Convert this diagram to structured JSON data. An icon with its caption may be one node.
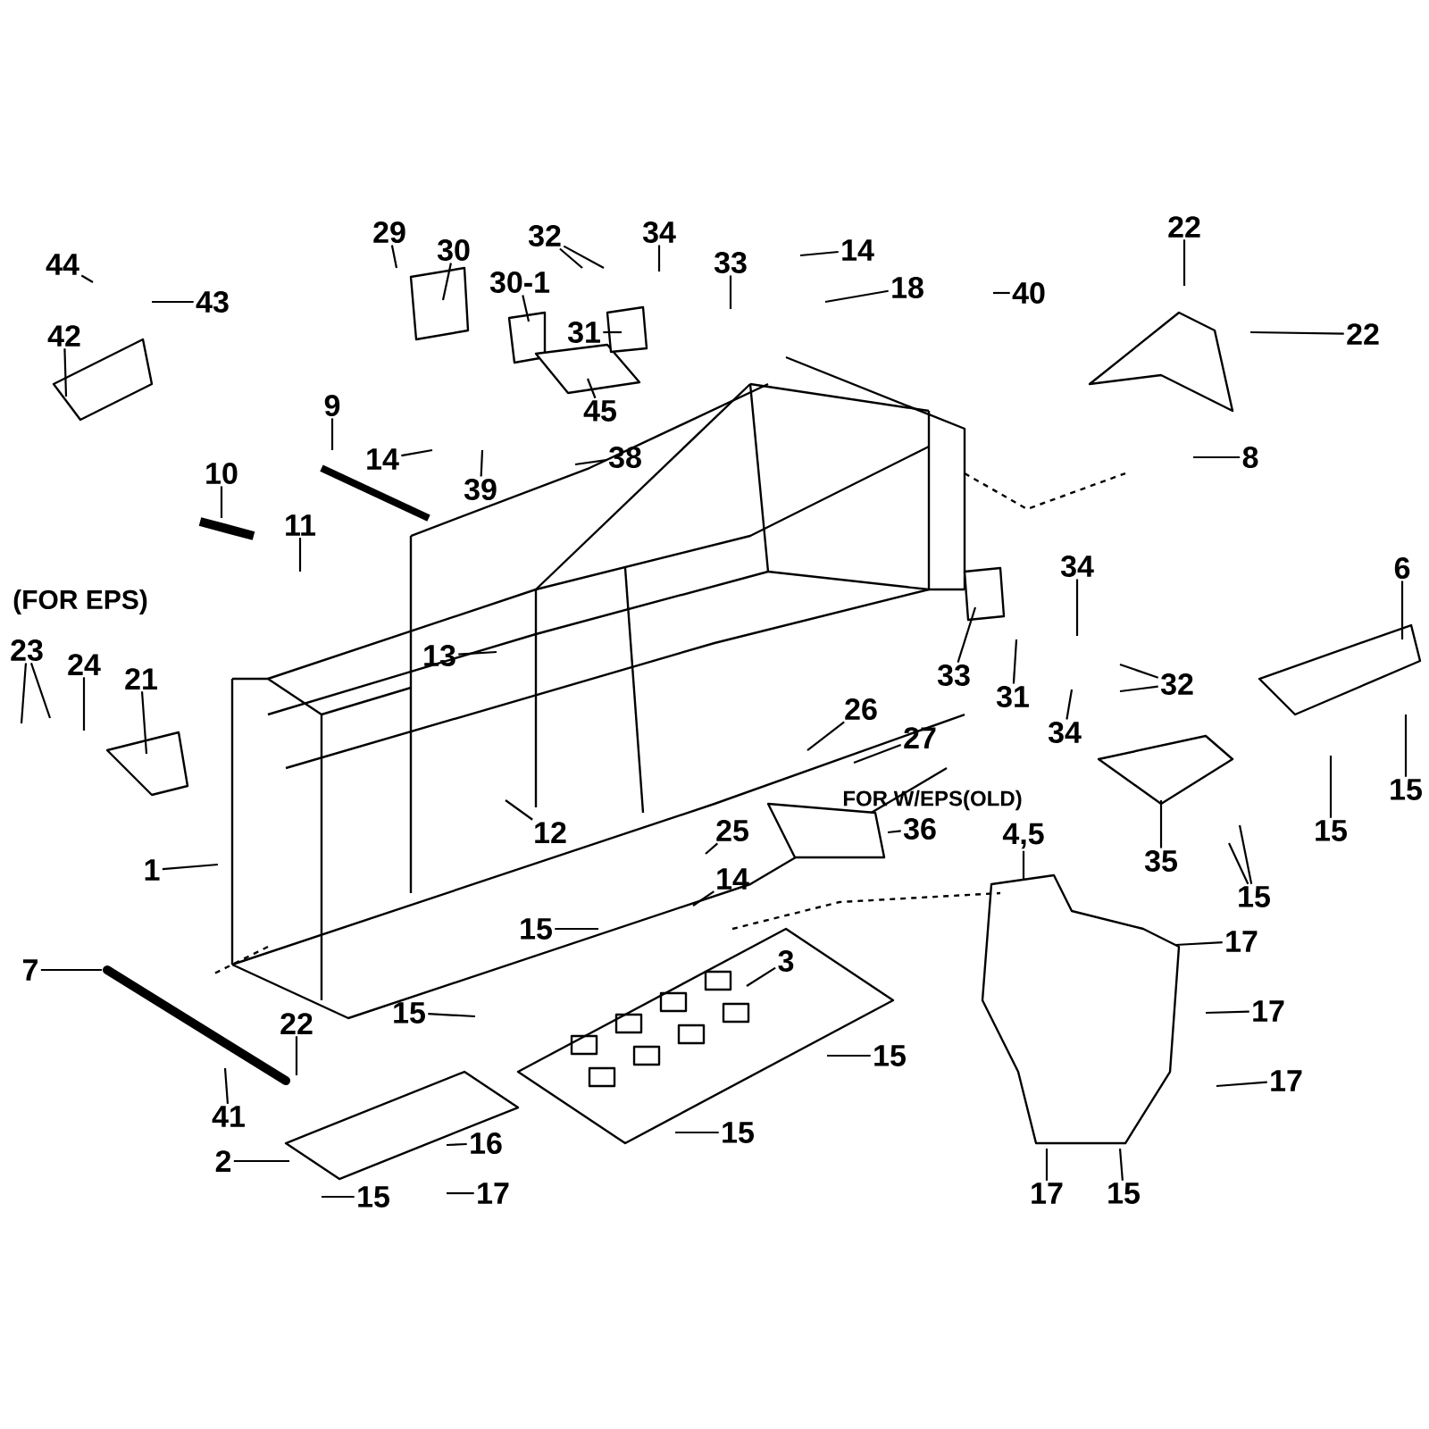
{
  "diagram": {
    "nodes": [
      {
        "text": [
          "44"
        ]
      },
      {
        "text": [
          "43"
        ]
      },
      {
        "text": [
          "42"
        ]
      },
      {
        "text": [
          "29"
        ]
      },
      {
        "text": [
          "30"
        ]
      },
      {
        "text": [
          "30-1"
        ]
      },
      {
        "text": [
          "32"
        ]
      },
      {
        "text": [
          "34"
        ]
      },
      {
        "text": [
          "33"
        ]
      },
      {
        "text": [
          "14"
        ]
      },
      {
        "text": [
          "18"
        ]
      },
      {
        "text": [
          "40"
        ]
      },
      {
        "text": [
          "22"
        ]
      },
      {
        "text": [
          "22"
        ]
      },
      {
        "text": [
          "31"
        ]
      },
      {
        "text": [
          "45"
        ]
      },
      {
        "text": [
          "38"
        ]
      },
      {
        "text": [
          "39"
        ]
      },
      {
        "text": [
          "9"
        ]
      },
      {
        "text": [
          "14"
        ]
      },
      {
        "text": [
          "10"
        ]
      },
      {
        "text": [
          "11"
        ]
      },
      {
        "text": [
          "8"
        ]
      },
      {
        "text": [
          "23"
        ]
      },
      {
        "text": [
          "24"
        ]
      },
      {
        "text": [
          "21"
        ]
      },
      {
        "text": [
          "13"
        ]
      },
      {
        "text": [
          "33"
        ]
      },
      {
        "text": [
          "34"
        ]
      },
      {
        "text": [
          "31"
        ]
      },
      {
        "text": [
          "34"
        ]
      },
      {
        "text": [
          "32"
        ]
      },
      {
        "text": [
          "6"
        ]
      },
      {
        "text": [
          "26"
        ]
      },
      {
        "text": [
          "27"
        ]
      },
      {
        "text": [
          "36"
        ]
      },
      {
        "text": [
          "25"
        ]
      },
      {
        "text": [
          "14"
        ]
      },
      {
        "text": [
          "3"
        ]
      },
      {
        "text": [
          "12"
        ]
      },
      {
        "text": [
          "4,5"
        ]
      },
      {
        "text": [
          "35"
        ]
      },
      {
        "text": [
          "15"
        ]
      },
      {
        "text": [
          "15"
        ]
      },
      {
        "text": [
          "15"
        ]
      },
      {
        "text": [
          "17"
        ]
      },
      {
        "text": [
          "17"
        ]
      },
      {
        "text": [
          "17"
        ]
      },
      {
        "text": [
          "17"
        ]
      },
      {
        "text": [
          "15"
        ]
      },
      {
        "text": [
          "1"
        ]
      },
      {
        "text": [
          "15"
        ]
      },
      {
        "text": [
          "15"
        ]
      },
      {
        "text": [
          "15"
        ]
      },
      {
        "text": [
          "15"
        ]
      },
      {
        "text": [
          "7"
        ]
      },
      {
        "text": [
          "22"
        ]
      },
      {
        "text": [
          "41"
        ]
      },
      {
        "text": [
          "2"
        ]
      },
      {
        "text": [
          "16"
        ]
      },
      {
        "text": [
          "17"
        ]
      },
      {
        "text": [
          "15"
        ]
      }
    ],
    "edges": [
      {
        "from": 0,
        "to": null,
        "arrow": "none"
      },
      {
        "from": 1,
        "to": null,
        "arrow": "none"
      },
      {
        "from": 2,
        "to": null,
        "arrow": "none"
      },
      {
        "from": 3,
        "to": null,
        "arrow": "none"
      },
      {
        "from": 4,
        "to": null,
        "arrow": "none"
      },
      {
        "from": 5,
        "to": null,
        "arrow": "none"
      },
      {
        "from": 6,
        "to": null,
        "arrow": "none"
      },
      {
        "from": 6,
        "to": null,
        "arrow": "none"
      },
      {
        "from": 7,
        "to": null,
        "arrow": "none"
      },
      {
        "from": 8,
        "to": null,
        "arrow": "none"
      },
      {
        "from": 9,
        "to": null,
        "arrow": "none"
      },
      {
        "from": 10,
        "to": null,
        "arrow": "none"
      },
      {
        "from": 11,
        "to": null,
        "arrow": "none"
      },
      {
        "from": 12,
        "to": null,
        "arrow": "none"
      },
      {
        "from": 13,
        "to": null,
        "arrow": "none"
      },
      {
        "from": 14,
        "to": null,
        "arrow": "none"
      },
      {
        "from": 15,
        "to": null,
        "arrow": "none"
      },
      {
        "from": 16,
        "to": null,
        "arrow": "none"
      },
      {
        "from": 17,
        "to": null,
        "arrow": "none"
      },
      {
        "from": 18,
        "to": null,
        "arrow": "none"
      },
      {
        "from": 19,
        "to": null,
        "arrow": "none"
      },
      {
        "from": 20,
        "to": null,
        "arrow": "none"
      },
      {
        "from": 21,
        "to": null,
        "arrow": "none"
      },
      {
        "from": 22,
        "to": null,
        "arrow": "none"
      },
      {
        "from": 23,
        "to": null,
        "arrow": "none"
      },
      {
        "from": 23,
        "to": null,
        "arrow": "none"
      },
      {
        "from": 24,
        "to": null,
        "arrow": "none"
      },
      {
        "from": 25,
        "to": null,
        "arrow": "none"
      },
      {
        "from": 26,
        "to": null,
        "arrow": "none"
      },
      {
        "from": 27,
        "to": null,
        "arrow": "none"
      },
      {
        "from": 28,
        "to": null,
        "arrow": "none"
      },
      {
        "from": 29,
        "to": null,
        "arrow": "none"
      },
      {
        "from": 30,
        "to": null,
        "arrow": "none"
      },
      {
        "from": 31,
        "to": null,
        "arrow": "none"
      },
      {
        "from": 31,
        "to": null,
        "arrow": "none"
      },
      {
        "from": 32,
        "to": null,
        "arrow": "none"
      },
      {
        "from": 33,
        "to": null,
        "arrow": "none"
      },
      {
        "from": 34,
        "to": null,
        "arrow": "none"
      },
      {
        "from": 35,
        "to": null,
        "arrow": "none"
      },
      {
        "from": 36,
        "to": null,
        "arrow": "none"
      },
      {
        "from": 37,
        "to": null,
        "arrow": "none"
      },
      {
        "from": 38,
        "to": null,
        "arrow": "none"
      },
      {
        "from": 39,
        "to": null,
        "arrow": "none"
      },
      {
        "from": 40,
        "to": null,
        "arrow": "none"
      },
      {
        "from": 41,
        "to": null,
        "arrow": "none"
      },
      {
        "from": 42,
        "to": null,
        "arrow": "none"
      },
      {
        "from": 43,
        "to": null,
        "arrow": "none"
      },
      {
        "from": 44,
        "to": null,
        "arrow": "none"
      },
      {
        "from": 44,
        "to": null,
        "arrow": "none"
      },
      {
        "from": 45,
        "to": null,
        "arrow": "none"
      },
      {
        "from": 46,
        "to": null,
        "arrow": "none"
      },
      {
        "from": 47,
        "to": null,
        "arrow": "none"
      },
      {
        "from": 48,
        "to": null,
        "arrow": "none"
      },
      {
        "from": 49,
        "to": null,
        "arrow": "none"
      },
      {
        "from": 50,
        "to": null,
        "arrow": "none"
      },
      {
        "from": 51,
        "to": null,
        "arrow": "none"
      },
      {
        "from": 52,
        "to": null,
        "arrow": "none"
      },
      {
        "from": 53,
        "to": null,
        "arrow": "none"
      },
      {
        "from": 54,
        "to": null,
        "arrow": "none"
      },
      {
        "from": 55,
        "to": null,
        "arrow": "none"
      },
      {
        "from": 56,
        "to": null,
        "arrow": "none"
      },
      {
        "from": 57,
        "to": null,
        "arrow": "none"
      },
      {
        "from": 58,
        "to": null,
        "arrow": "none"
      },
      {
        "from": 59,
        "to": null,
        "arrow": "none"
      },
      {
        "from": 60,
        "to": null,
        "arrow": "none"
      },
      {
        "from": 61,
        "to": null,
        "arrow": "none"
      }
    ],
    "labels": [
      "(FOR EPS)",
      "FOR W/EPS(OLD)"
    ]
  }
}
